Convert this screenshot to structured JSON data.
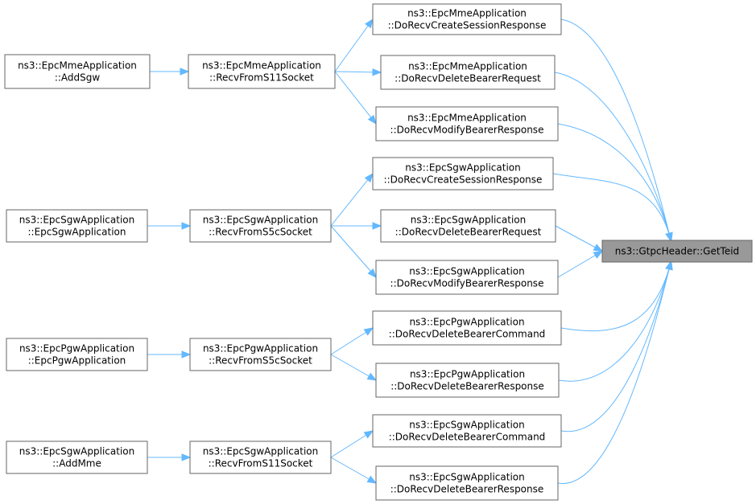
{
  "graph": {
    "colors": {
      "edge": "#63b8ff",
      "node_border": "#666666",
      "focus_fill": "#999999",
      "background": "#ffffff"
    },
    "focus": {
      "id": "target",
      "lines": [
        "ns3::GtpcHeader::GetTeid"
      ]
    },
    "nodes": [
      {
        "id": "mme_addsgw",
        "lines": [
          "ns3::EpcMmeApplication",
          "::AddSgw"
        ]
      },
      {
        "id": "mme_recv_s11",
        "lines": [
          "ns3::EpcMmeApplication",
          "::RecvFromS11Socket"
        ]
      },
      {
        "id": "mme_create",
        "lines": [
          "ns3::EpcMmeApplication",
          "::DoRecvCreateSessionResponse"
        ]
      },
      {
        "id": "mme_delreq",
        "lines": [
          "ns3::EpcMmeApplication",
          "::DoRecvDeleteBearerRequest"
        ]
      },
      {
        "id": "mme_modify",
        "lines": [
          "ns3::EpcMmeApplication",
          "::DoRecvModifyBearerResponse"
        ]
      },
      {
        "id": "sgw_ctor",
        "lines": [
          "ns3::EpcSgwApplication",
          "::EpcSgwApplication"
        ]
      },
      {
        "id": "sgw_recv_s5c",
        "lines": [
          "ns3::EpcSgwApplication",
          "::RecvFromS5cSocket"
        ]
      },
      {
        "id": "sgw_create",
        "lines": [
          "ns3::EpcSgwApplication",
          "::DoRecvCreateSessionResponse"
        ]
      },
      {
        "id": "sgw_delreq",
        "lines": [
          "ns3::EpcSgwApplication",
          "::DoRecvDeleteBearerRequest"
        ]
      },
      {
        "id": "sgw_modify",
        "lines": [
          "ns3::EpcSgwApplication",
          "::DoRecvModifyBearerResponse"
        ]
      },
      {
        "id": "pgw_ctor",
        "lines": [
          "ns3::EpcPgwApplication",
          "::EpcPgwApplication"
        ]
      },
      {
        "id": "pgw_recv_s5c",
        "lines": [
          "ns3::EpcPgwApplication",
          "::RecvFromS5cSocket"
        ]
      },
      {
        "id": "pgw_delcmd",
        "lines": [
          "ns3::EpcPgwApplication",
          "::DoRecvDeleteBearerCommand"
        ]
      },
      {
        "id": "pgw_delresp",
        "lines": [
          "ns3::EpcPgwApplication",
          "::DoRecvDeleteBearerResponse"
        ]
      },
      {
        "id": "sgw_addmme",
        "lines": [
          "ns3::EpcSgwApplication",
          "::AddMme"
        ]
      },
      {
        "id": "sgw_recv_s11",
        "lines": [
          "ns3::EpcSgwApplication",
          "::RecvFromS11Socket"
        ]
      },
      {
        "id": "sgw_delcmd",
        "lines": [
          "ns3::EpcSgwApplication",
          "::DoRecvDeleteBearerCommand"
        ]
      },
      {
        "id": "sgw_delresp",
        "lines": [
          "ns3::EpcSgwApplication",
          "::DoRecvDeleteBearerResponse"
        ]
      }
    ],
    "edges": [
      {
        "from": "mme_addsgw",
        "to": "mme_recv_s11"
      },
      {
        "from": "mme_recv_s11",
        "to": "mme_create"
      },
      {
        "from": "mme_recv_s11",
        "to": "mme_delreq"
      },
      {
        "from": "mme_recv_s11",
        "to": "mme_modify"
      },
      {
        "from": "mme_create",
        "to": "target"
      },
      {
        "from": "mme_delreq",
        "to": "target"
      },
      {
        "from": "mme_modify",
        "to": "target"
      },
      {
        "from": "sgw_ctor",
        "to": "sgw_recv_s5c"
      },
      {
        "from": "sgw_recv_s5c",
        "to": "sgw_create"
      },
      {
        "from": "sgw_recv_s5c",
        "to": "sgw_delreq"
      },
      {
        "from": "sgw_recv_s5c",
        "to": "sgw_modify"
      },
      {
        "from": "sgw_create",
        "to": "target"
      },
      {
        "from": "sgw_delreq",
        "to": "target"
      },
      {
        "from": "sgw_modify",
        "to": "target"
      },
      {
        "from": "pgw_ctor",
        "to": "pgw_recv_s5c"
      },
      {
        "from": "pgw_recv_s5c",
        "to": "pgw_delcmd"
      },
      {
        "from": "pgw_recv_s5c",
        "to": "pgw_delresp"
      },
      {
        "from": "pgw_delcmd",
        "to": "target"
      },
      {
        "from": "pgw_delresp",
        "to": "target"
      },
      {
        "from": "sgw_addmme",
        "to": "sgw_recv_s11"
      },
      {
        "from": "sgw_recv_s11",
        "to": "sgw_delcmd"
      },
      {
        "from": "sgw_recv_s11",
        "to": "sgw_delresp"
      },
      {
        "from": "sgw_delcmd",
        "to": "target"
      },
      {
        "from": "sgw_delresp",
        "to": "target"
      }
    ]
  }
}
